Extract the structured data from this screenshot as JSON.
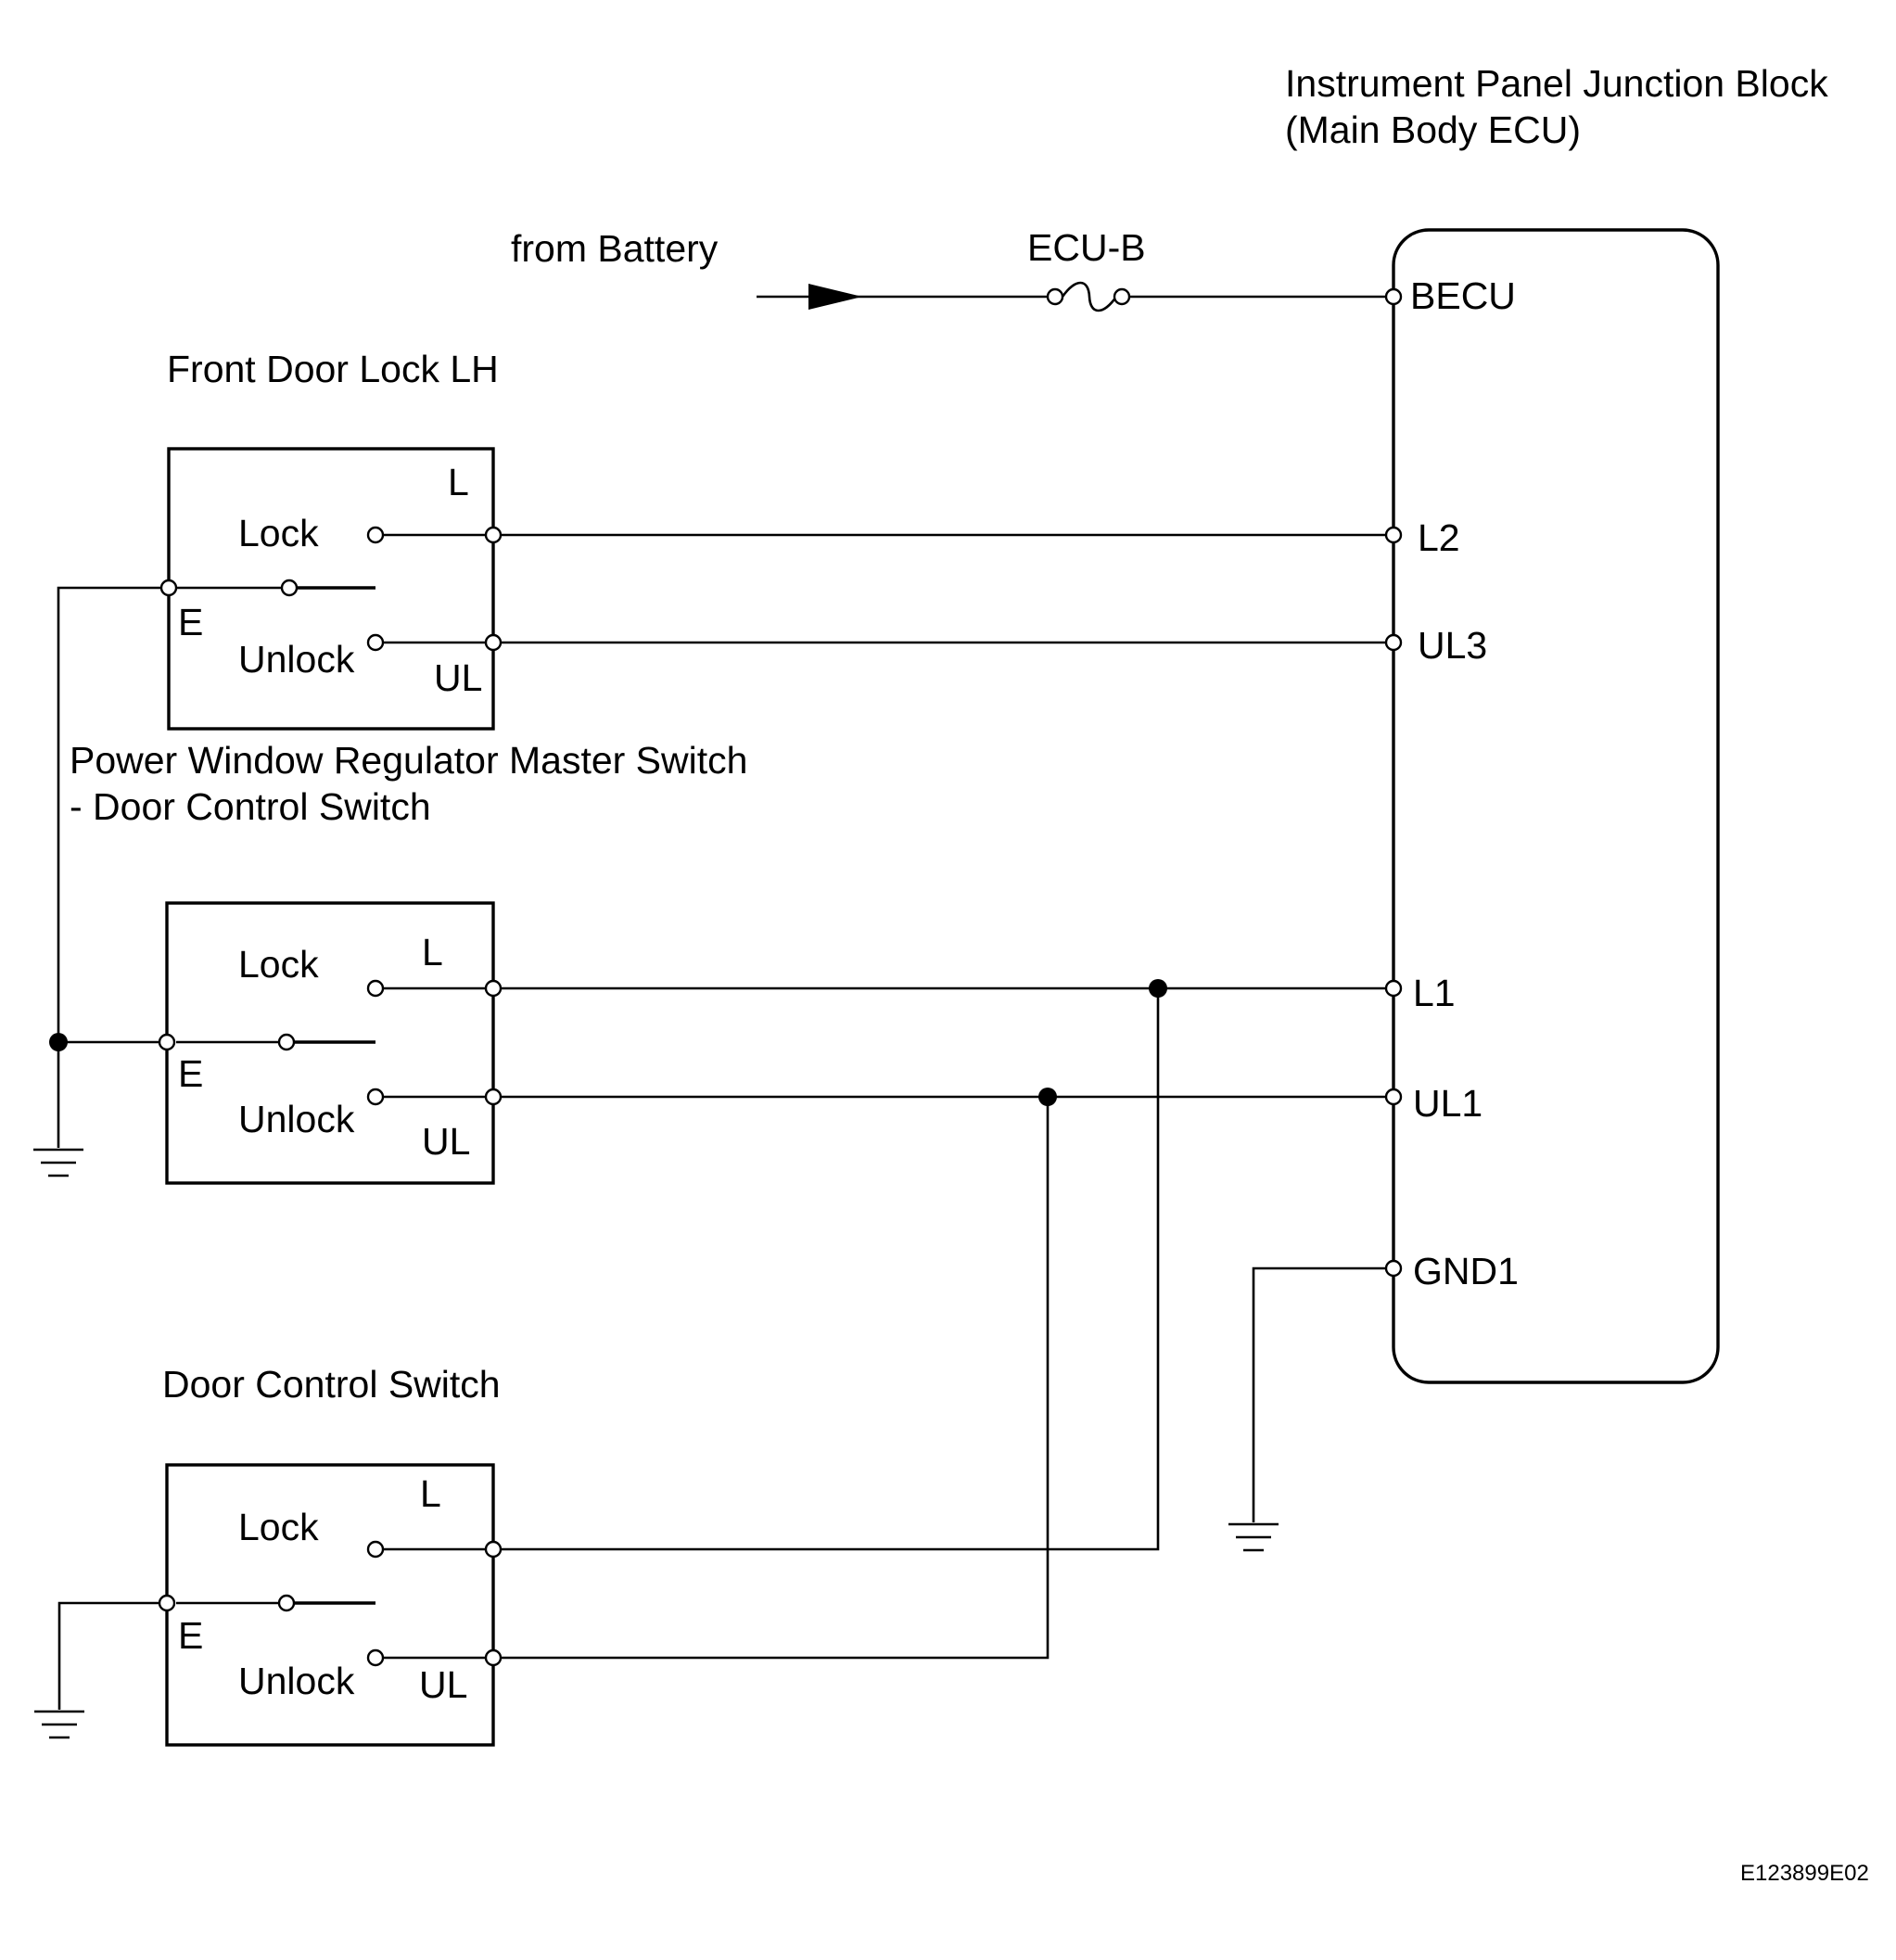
{
  "ecu": {
    "title_line1": "Instrument Panel Junction Block",
    "title_line2": "(Main Body ECU)",
    "pins": {
      "becu": "BECU",
      "l2": "L2",
      "ul3": "UL3",
      "l1": "L1",
      "ul1": "UL1",
      "gnd1": "GND1"
    }
  },
  "battery": {
    "label": "from Battery"
  },
  "fuse": {
    "label": "ECU-B"
  },
  "front_door_lock": {
    "title": "Front Door Lock LH",
    "lock": "Lock",
    "unlock": "Unlock",
    "pin_l": "L",
    "pin_ul": "UL",
    "pin_e": "E"
  },
  "master_switch": {
    "title_line1": "Power Window Regulator Master Switch",
    "title_line2": "- Door Control Switch",
    "lock": "Lock",
    "unlock": "Unlock",
    "pin_l": "L",
    "pin_ul": "UL",
    "pin_e": "E"
  },
  "door_control_switch": {
    "title": "Door Control Switch",
    "lock": "Lock",
    "unlock": "Unlock",
    "pin_l": "L",
    "pin_ul": "UL",
    "pin_e": "E"
  },
  "figure_code": "E123899E02"
}
